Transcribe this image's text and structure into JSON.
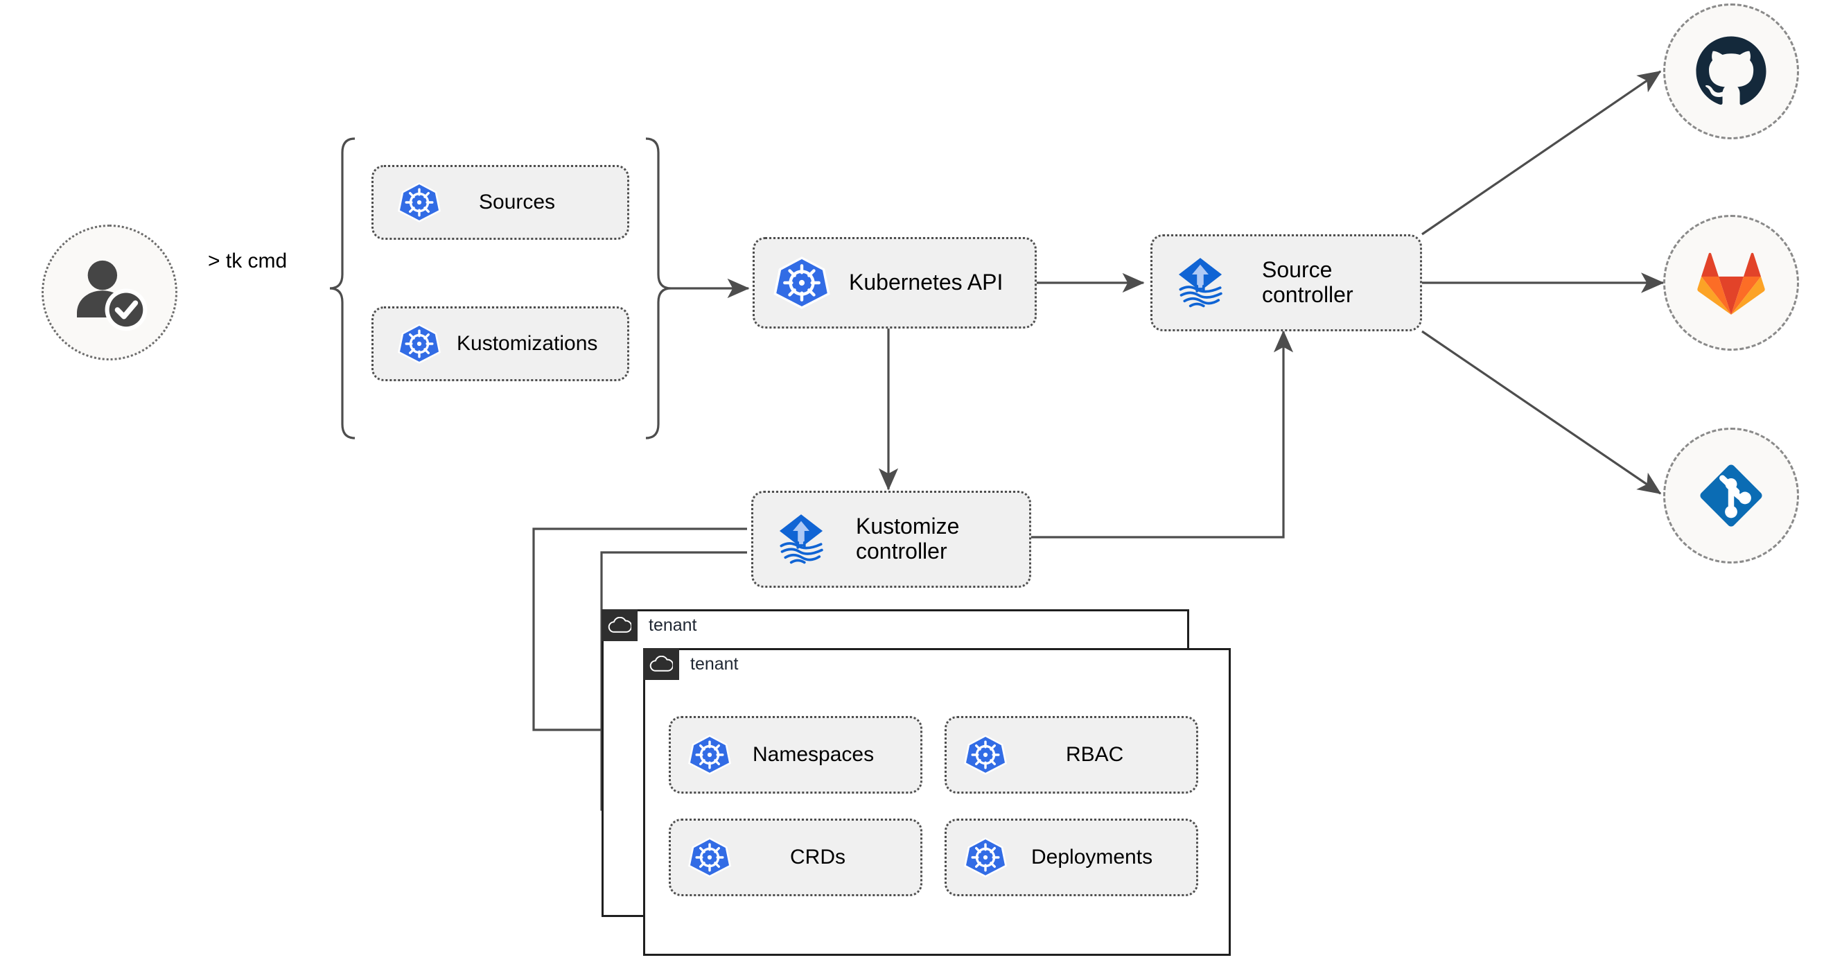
{
  "diagram": {
    "title": "Flux GitOps multi-tenancy architecture",
    "colors": {
      "kubernetes_blue": "#326CE5",
      "flux_blue": "#1064D4",
      "flux_arrow": "#AEC9F5",
      "git_blue": "#0B6CB4",
      "github_dark": "#14293B",
      "gitlab_red": "#E24329",
      "gitlab_orange_dark": "#FC6D26",
      "gitlab_orange_light": "#FCA326",
      "card_fill": "#F0F0F0",
      "card_border": "#4D4D4D",
      "circle_fill": "#FAF9F7",
      "line": "#4D4D4D",
      "tenant_border": "#1F1F1F",
      "tenant_header": "#2E2E2E"
    },
    "actor": {
      "name": "user",
      "icon": "user-verified-icon",
      "command_label": "> tk cmd"
    },
    "resource_group": {
      "brace": "curly-brace",
      "items": [
        {
          "label": "Sources",
          "icon": "kubernetes-icon"
        },
        {
          "label": "Kustomizations",
          "icon": "kubernetes-icon"
        }
      ]
    },
    "core": [
      {
        "id": "k8s-api",
        "label": "Kubernetes API",
        "icon": "kubernetes-icon"
      },
      {
        "id": "source-ctl",
        "label": "Source\ncontroller",
        "icon": "flux-icon"
      },
      {
        "id": "kust-ctl",
        "label": "Kustomize\ncontroller",
        "icon": "flux-icon"
      }
    ],
    "providers": [
      {
        "id": "github",
        "name": "GitHub",
        "icon": "github-icon"
      },
      {
        "id": "gitlab",
        "name": "GitLab",
        "icon": "gitlab-icon"
      },
      {
        "id": "git",
        "name": "Git",
        "icon": "git-icon"
      }
    ],
    "tenants": [
      {
        "label": "tenant",
        "icon": "cloud-icon"
      },
      {
        "label": "tenant",
        "icon": "cloud-icon"
      }
    ],
    "tenant_resources": [
      {
        "label": "Namespaces",
        "icon": "kubernetes-icon"
      },
      {
        "label": "RBAC",
        "icon": "kubernetes-icon"
      },
      {
        "label": "CRDs",
        "icon": "kubernetes-icon"
      },
      {
        "label": "Deployments",
        "icon": "kubernetes-icon"
      }
    ],
    "edges": [
      {
        "from": "resource-group",
        "to": "k8s-api",
        "direction": "one-way"
      },
      {
        "from": "k8s-api",
        "to": "source-ctl",
        "direction": "two-way"
      },
      {
        "from": "k8s-api",
        "to": "kust-ctl",
        "direction": "two-way"
      },
      {
        "from": "kust-ctl",
        "to": "source-ctl",
        "direction": "one-way"
      },
      {
        "from": "source-ctl",
        "to": "github",
        "direction": "one-way"
      },
      {
        "from": "source-ctl",
        "to": "gitlab",
        "direction": "one-way"
      },
      {
        "from": "source-ctl",
        "to": "git",
        "direction": "one-way"
      },
      {
        "from": "kust-ctl",
        "to": "tenant-1",
        "direction": "one-way"
      },
      {
        "from": "kust-ctl",
        "to": "tenant-2",
        "direction": "one-way"
      }
    ]
  }
}
